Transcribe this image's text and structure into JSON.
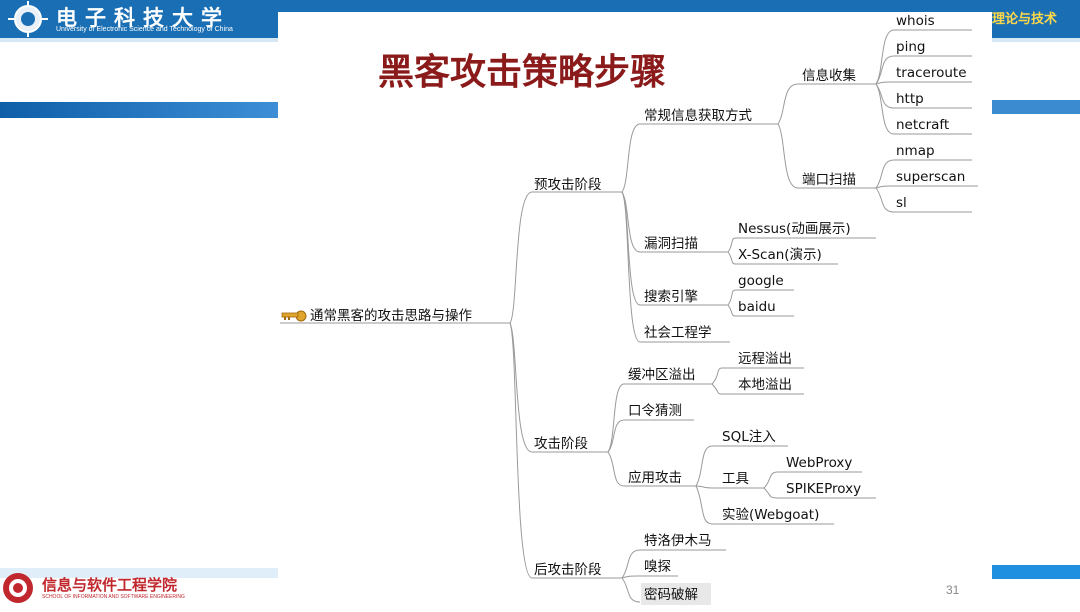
{
  "header": {
    "logo_cn": "电子科技大学",
    "logo_en": "University of Electronic Science and Technology of China",
    "right_tag": "理论与技术"
  },
  "footer": {
    "school_cn": "信息与软件工程学院",
    "school_en": "SCHOOL OF INFORMATION AND SOFTWARE ENGINEERING",
    "page": "31"
  },
  "slide": {
    "title": "黑客攻击策略步骤",
    "root": "通常黑客的攻击思路与操作",
    "nodes": {
      "pre": "预攻击阶段",
      "conv": "常规信息获取方式",
      "info": "信息收集",
      "whois": "whois",
      "ping": "ping",
      "traceroute": "traceroute",
      "http": "http",
      "netcraft": "netcraft",
      "portscan": "端口扫描",
      "nmap": "nmap",
      "superscan": "superscan",
      "sl": "sl",
      "vuln": "漏洞扫描",
      "nessus": "Nessus(动画展示)",
      "xscan": "X-Scan(演示)",
      "search": "搜索引擎",
      "google": "google",
      "baidu": "baidu",
      "social": "社会工程学",
      "attack": "攻击阶段",
      "buffer": "缓冲区溢出",
      "remote": "远程溢出",
      "local": "本地溢出",
      "guess": "口令猜测",
      "app": "应用攻击",
      "sql": "SQL注入",
      "tools": "工具",
      "webproxy": "WebProxy",
      "spike": "SPIKEProxy",
      "lab": "实验(Webgoat)",
      "post": "后攻击阶段",
      "trojan": "特洛伊木马",
      "sniff": "嗅探",
      "crack": "密码破解"
    }
  }
}
